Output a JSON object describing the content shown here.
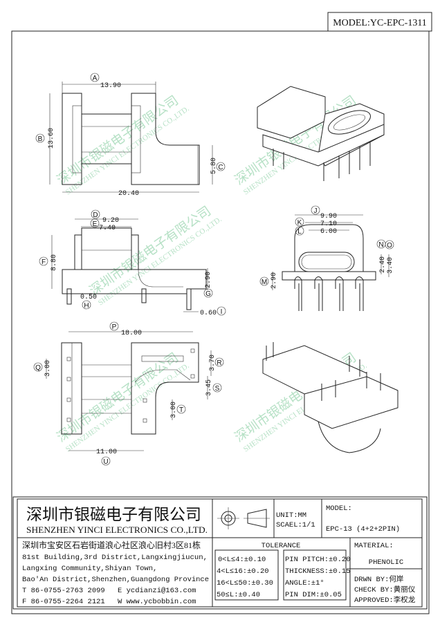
{
  "header": {
    "model_label": "MODEL:YC-EPC-1311"
  },
  "watermark": {
    "cn": "深圳市银磁电子有限公司",
    "en": "SHENZHEN YINCI ELECTRONICS CO.,LTD."
  },
  "dimensions": {
    "A": {
      "label": "A",
      "value": "13.90"
    },
    "B": {
      "label": "B",
      "value": "13.60"
    },
    "C": {
      "label": "C",
      "value": "5.80"
    },
    "overall": {
      "value": "20.40"
    },
    "D": {
      "label": "D",
      "value": "9.20"
    },
    "E": {
      "label": "E",
      "value": "7.40"
    },
    "F": {
      "label": "F",
      "value": "8.80"
    },
    "G": {
      "label": "G",
      "value": "2.90"
    },
    "H": {
      "label": "H",
      "value": "0.50"
    },
    "I": {
      "label": "I",
      "value": "0.60"
    },
    "J": {
      "label": "J",
      "value": "9.90"
    },
    "K": {
      "label": "K",
      "value": "7.10"
    },
    "L": {
      "label": "L",
      "value": "6.00"
    },
    "M": {
      "label": "M",
      "value": "2.90"
    },
    "N": {
      "label": "N",
      "value": "2.40"
    },
    "O": {
      "label": "O",
      "value": "3.40"
    },
    "P": {
      "label": "P",
      "value": "18.00"
    },
    "Q": {
      "label": "Q",
      "value": "3.00"
    },
    "R": {
      "label": "R",
      "value": "3.70"
    },
    "S": {
      "label": "S",
      "value": "3.45"
    },
    "T": {
      "label": "T",
      "value": "3.00"
    },
    "U": {
      "label": "U",
      "value": "11.00"
    }
  },
  "title_block": {
    "company_cn": "深圳市银磁电子有限公司",
    "company_en": "SHENZHEN YINCI ELECTRONICS CO.,LTD.",
    "unit": "UNIT:MM",
    "scale": "SCAEL:1/1",
    "model_label": "MODEL:",
    "model_value": "EPC-13 (4+2+2PIN)",
    "address_cn": "深圳市宝安区石岩街道浪心社区浪心旧村3区81栋",
    "address_lines": [
      "81st Building,3rd District,Langxingjiucun,",
      "Langxing Community,Shiyan Town,",
      "Bao'An District,Shenzhen,Guangdong Province"
    ],
    "phone": "T 86-0755-2763 2099",
    "email": "E ycdianzi@163.com",
    "fax": "F 86-0755-2264 2121",
    "web": "W www.ycbobbin.com",
    "tolerance_title": "TOLERANCE",
    "tolerance_length": [
      "0<L≤4:±0.10",
      "4<L≤16:±0.20",
      "16<L≤50:±0.30",
      "50≤L:±0.40"
    ],
    "tolerance_other": [
      "PIN PITCH:±0.20",
      "THICKNESS:±0.15",
      "ANGLE:±1°",
      "PIN DIM:±0.05"
    ],
    "material_label": "MATERIAL:",
    "material_value": "PHENOLIC",
    "drawn_by": "DRWN BY:何岸",
    "check_by": "CHECK BY:黄丽仪",
    "approved": "APPROVED:李权龙"
  }
}
